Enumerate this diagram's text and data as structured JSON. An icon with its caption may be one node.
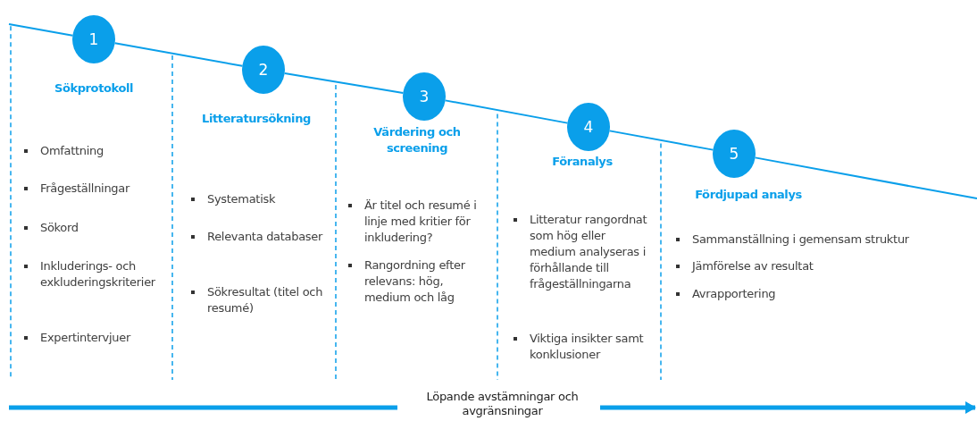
{
  "diagram": {
    "nodes": [
      {
        "text": [
          "1"
        ],
        "beside": [
          "Sökprotokoll"
        ]
      },
      {
        "text": [
          "2"
        ],
        "beside": [
          "Litteratursökning"
        ]
      },
      {
        "text": [
          "3"
        ],
        "beside": [
          "Värdering och screening"
        ]
      },
      {
        "text": [
          "4"
        ],
        "beside": [
          "Föranalys"
        ]
      },
      {
        "text": [
          "5"
        ],
        "beside": [
          "Fördjupad analys"
        ]
      }
    ],
    "edges": [
      {
        "from": null,
        "to": 0,
        "arrow": "none"
      },
      {
        "from": 0,
        "to": 1,
        "arrow": "none"
      },
      {
        "from": 1,
        "to": 2,
        "arrow": "none"
      },
      {
        "from": 2,
        "to": 3,
        "arrow": "none"
      },
      {
        "from": 3,
        "to": 4,
        "arrow": "none"
      },
      {
        "from": 4,
        "to": null,
        "arrow": "none"
      }
    ],
    "labels": [
      "Omfattning",
      "Frågeställningar",
      "Sökord",
      "Inkluderings- och exkluderingskriterier",
      "Expertintervjuer",
      "Systematisk",
      "Relevanta databaser",
      "Sökresultat (titel och resumé)",
      "Är titel och resumé i linje med kritier för inkludering?",
      "Rangordning efter relevans: hög, medium och låg",
      "Litteratur rangordnat som hög eller medium analyseras i förhållande till frågeställningarna",
      "Viktiga insikter samt konklusioner",
      "Sammanställning i gemensam struktur",
      "Jämförelse av resultat",
      "Avrapportering",
      "Löpande avstämningar och avgränsningar"
    ]
  }
}
